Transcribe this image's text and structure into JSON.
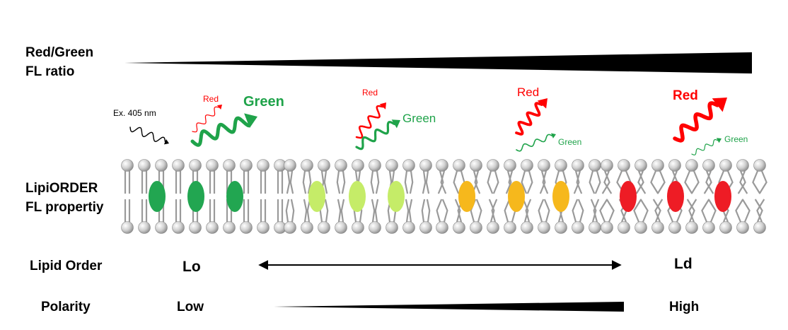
{
  "ratio_label": {
    "line1": "Red/Green",
    "line2": "FL ratio"
  },
  "probe_label": {
    "line1": "LipiORDER",
    "line2": "FL propertiy"
  },
  "order_row": {
    "label": "Lipid Order",
    "low": "Lo",
    "high": "Ld"
  },
  "polarity_row": {
    "label": "Polarity",
    "low": "Low",
    "high": "High"
  },
  "excitation": {
    "label": "Ex. 405 nm"
  },
  "emission_panels": [
    {
      "red_label": "Red",
      "green_label": "Green"
    },
    {
      "red_label": "Red",
      "green_label": "Green"
    },
    {
      "red_label": "Red",
      "green_label": "Green"
    },
    {
      "red_label": "Red",
      "green_label": "Green"
    }
  ],
  "colors": {
    "green": "#1fa34a",
    "probe_green": "#22a651",
    "probe_yellowgreen": "#c5ec68",
    "probe_orange": "#f6b81c",
    "probe_red": "#ee1c25",
    "red": "#ff0000",
    "lipid_head": "#c8c8c8",
    "lipid_tail": "#9a9a9a"
  }
}
